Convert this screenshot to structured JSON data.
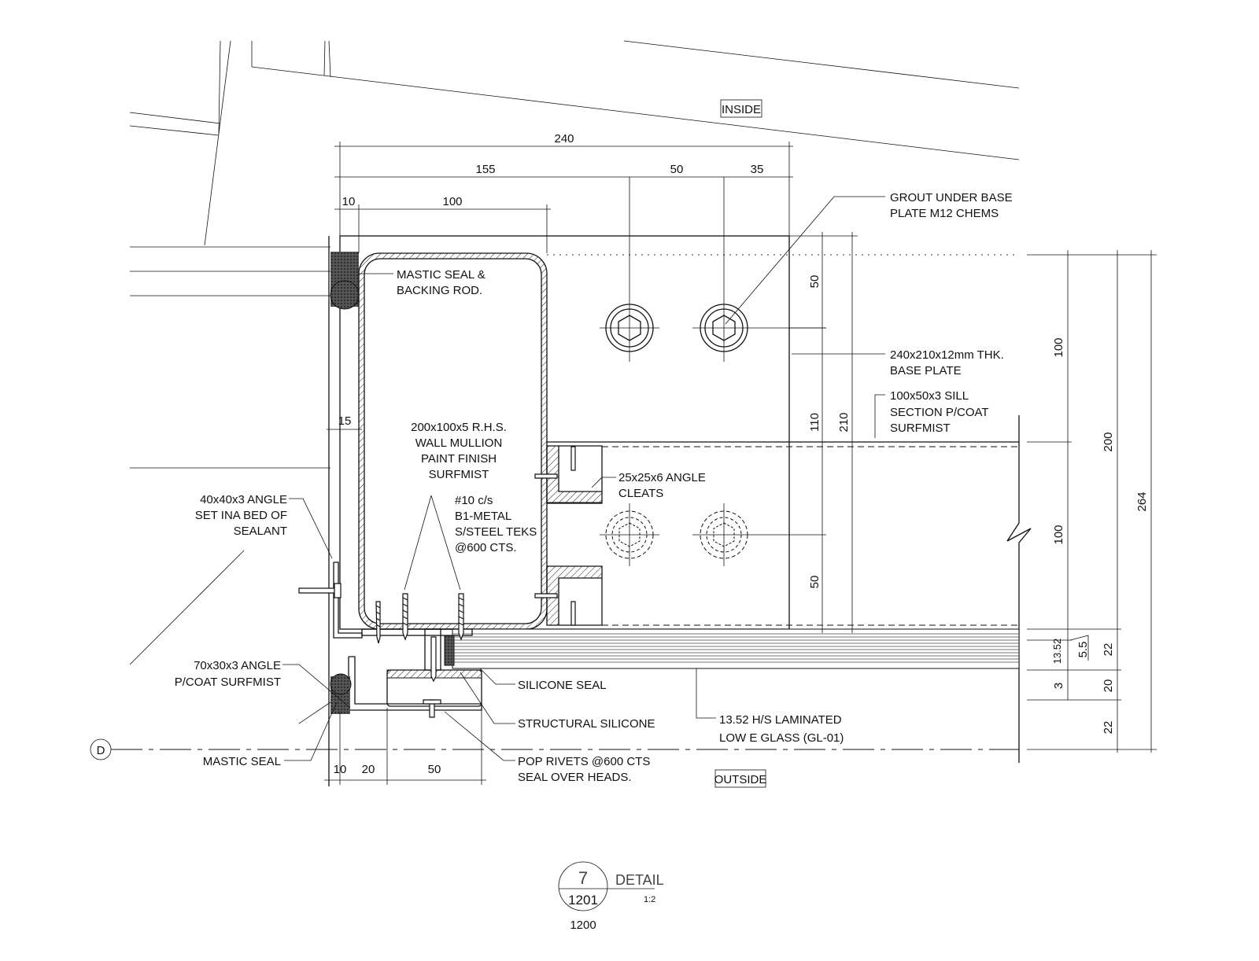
{
  "zones": {
    "inside": "INSIDE",
    "outside": "OUTSIDE"
  },
  "dimensions": {
    "top_overall": "240",
    "top_155": "155",
    "top_50": "50",
    "top_35": "35",
    "top_10": "10",
    "top_100": "100",
    "left_15": "15",
    "bottom_10": "10",
    "bottom_20": "20",
    "bottom_50": "50",
    "plate_50_top": "50",
    "plate_110": "110",
    "plate_210": "210",
    "plate_50_bottom": "50",
    "right_100_top": "100",
    "right_100_bottom": "100",
    "right_200": "200",
    "right_264": "264",
    "right_13_52": "13.52",
    "right_5_5": "5.5",
    "right_3": "3",
    "right_22_top": "22",
    "right_20": "20",
    "right_22_bottom": "22"
  },
  "labels": {
    "grout": [
      "GROUT UNDER BASE",
      "PLATE M12 CHEMS"
    ],
    "mastic_backing": [
      "MASTIC SEAL &",
      "BACKING ROD."
    ],
    "base_plate": [
      "240x210x12mm THK.",
      "BASE PLATE"
    ],
    "sill": [
      "100x50x3 SILL",
      "SECTION P/COAT",
      "SURFMIST"
    ],
    "mullion": [
      "200x100x5 R.H.S.",
      "WALL MULLION",
      "PAINT FINISH",
      "SURFMIST"
    ],
    "cleats": [
      "25x25x6 ANGLE",
      "CLEATS"
    ],
    "teks": [
      "#10 c/s",
      "B1-METAL",
      "S/STEEL TEKS",
      "@600 CTS."
    ],
    "angle_40": [
      "40x40x3 ANGLE",
      "SET INA BED OF",
      "SEALANT"
    ],
    "angle_70": [
      "70x30x3 ANGLE",
      "P/COAT SURFMIST"
    ],
    "silicone_seal": "SILICONE SEAL",
    "structural_silicone": "STRUCTURAL SILICONE",
    "glass": [
      "13.52 H/S LAMINATED",
      "LOW E GLASS (GL-01)"
    ],
    "mastic_seal": "MASTIC SEAL",
    "pop_rivets": [
      "POP RIVETS @600 CTS",
      "SEAL OVER HEADS."
    ]
  },
  "grid_marker": "D",
  "title_block": {
    "number": "7",
    "sheet": "1201",
    "title": "DETAIL",
    "scale": "1:2",
    "reference": "1200"
  }
}
